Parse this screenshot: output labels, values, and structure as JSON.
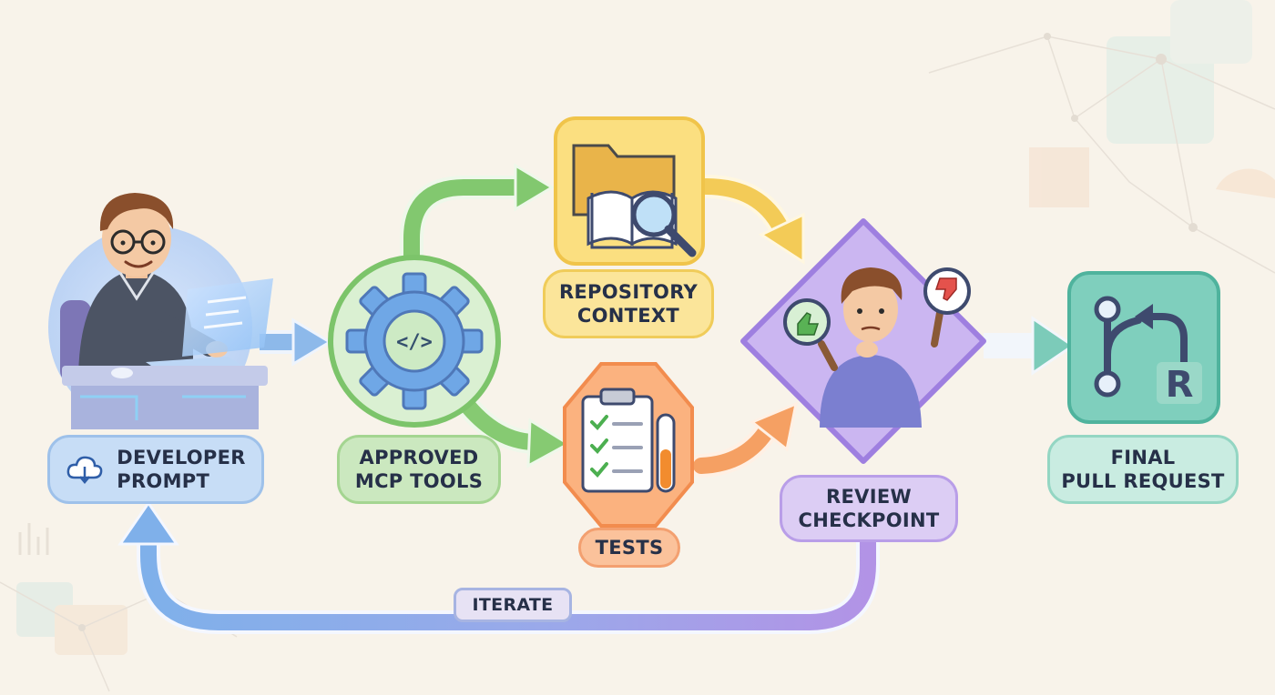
{
  "nodes": {
    "developer_prompt": "DEVELOPER\nPROMPT",
    "approved_tools": "APPROVED\nMCP TOOLS",
    "repository_context": "REPOSITORY\nCONTEXT",
    "tests": "TESTS",
    "review_checkpoint": "REVIEW\nCHECKPOINT",
    "final_pr": "FINAL\nPULL REQUEST"
  },
  "loop": {
    "iterate": "ITERATE"
  },
  "pr_badge_letter": "R",
  "code_glyph": "</>",
  "icons": {
    "developer": "developer-at-laptop",
    "cloud": "cloud-download-icon",
    "tools": "gear-code-icon",
    "repository": "folder-book-magnifier-icon",
    "tests": "clipboard-checklist-test-tube-icon",
    "review": "reviewer-thumbs-up-down-icon",
    "final": "git-pull-request-icon"
  },
  "colors": {
    "blue": "#6fa8e8",
    "green": "#7cc46a",
    "yellow": "#f5c94a",
    "orange": "#f59a5c",
    "purple": "#a98be4",
    "teal": "#5cc3ad"
  }
}
